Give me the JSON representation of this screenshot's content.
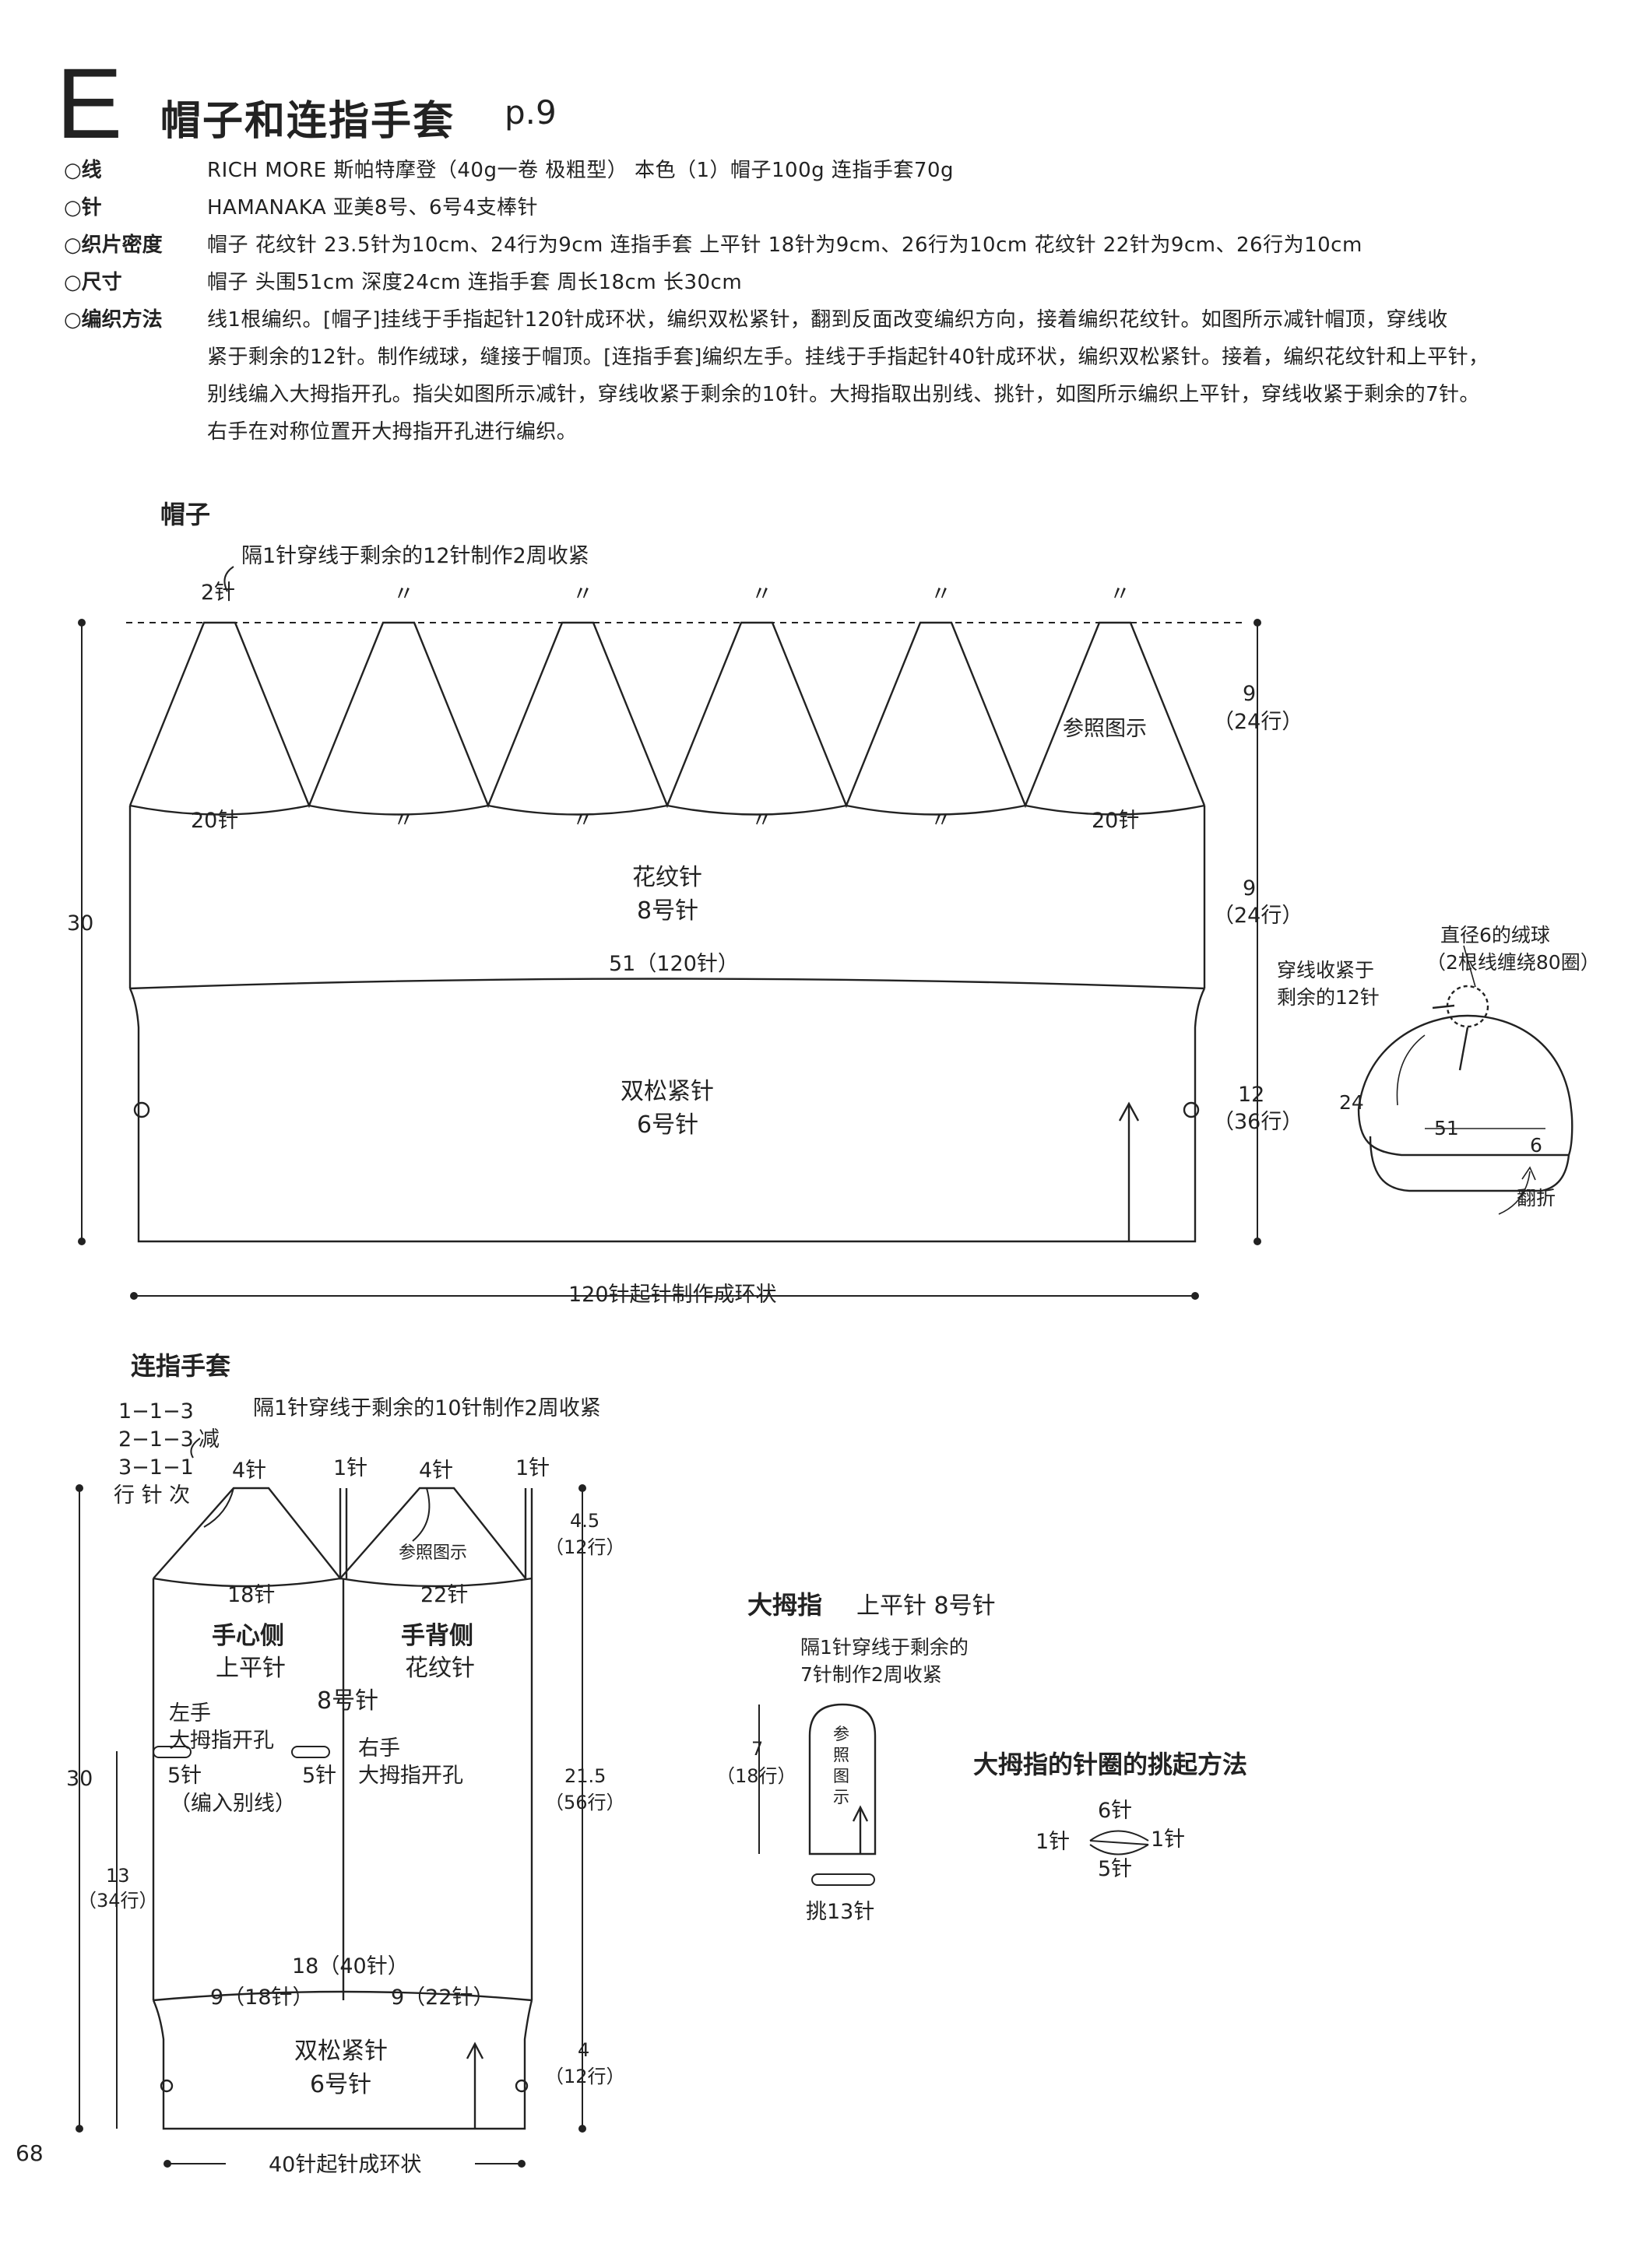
{
  "header": {
    "letter": "E",
    "title": "帽子和连指手套",
    "page_ref": "p.9"
  },
  "specs": [
    {
      "label": "○线",
      "value": "RICH MORE 斯帕特摩登（40g一卷  极粗型）  本色（1）帽子100g  连指手套70g"
    },
    {
      "label": "○针",
      "value": "HAMANAKA 亚美8号、6号4支棒针"
    },
    {
      "label": "○织片密度",
      "value": "帽子  花纹针  23.5针为10cm、24行为9cm  连指手套  上平针  18针为9cm、26行为10cm  花纹针  22针为9cm、26行为10cm"
    },
    {
      "label": "○尺寸",
      "value": "帽子  头围51cm  深度24cm  连指手套  周长18cm  长30cm"
    },
    {
      "label": "○编织方法",
      "value": ""
    }
  ],
  "method_lines": [
    "线1根编织。[帽子]挂线于手指起针120针成环状，编织双松紧针，翻到反面改变编织方向，接着编织花纹针。如图所示减针帽顶，穿线收",
    "紧于剩余的12针。制作绒球，缝接于帽顶。[连指手套]编织左手。挂线于手指起针40针成环状，编织双松紧针。接着，编织花纹针和上平针，",
    "别线编入大拇指开孔。指尖如图所示减针，穿线收紧于剩余的10针。大拇指取出别线、挑针，如图所示编织上平针，穿线收紧于剩余的7针。",
    "右手在对称位置开大拇指开孔进行编织。"
  ],
  "hat": {
    "section_title": "帽子",
    "top_note": "隔1针穿线于剩余的12针制作2周收紧",
    "top_stitch": "2针",
    "ditto": "〃",
    "ref_note": "参照图示",
    "edge_stitches": "20针",
    "pattern_label": "花纹针",
    "pattern_needle": "8号针",
    "width_label": "51（120针）",
    "rib_label": "双松紧针",
    "rib_needle": "6号针",
    "cast_on": "120针起针制作成环状",
    "total_height": "30",
    "dim_top": "9",
    "dim_top_rows": "（24行）",
    "dim_mid": "9",
    "dim_mid_rows": "（24行）",
    "dim_rib": "12",
    "dim_rib_rows": "（36行）",
    "illus_pompom": "直径6的绒球",
    "illus_pompom_note": "（2根线缠绕80圈）",
    "illus_gather_1": "穿线收紧于",
    "illus_gather_2": "剩余的12针",
    "illus_depth": "24",
    "illus_circ": "51",
    "illus_fold_height": "6",
    "illus_fold": "翻折"
  },
  "mitten": {
    "section_title": "连指手套",
    "dec_rows": [
      "1−1−3",
      "2−1−3",
      "3−1−1"
    ],
    "dec_label": "减",
    "dec_caption": "行 针 次",
    "top_note": "隔1针穿线于剩余的10针制作2周收紧",
    "stitch_4": "4针",
    "stitch_1": "1针",
    "ref_note": "参照图示",
    "palm_stitches": "18针",
    "back_stitches": "22针",
    "palm_title": "手心侧",
    "palm_pattern": "上平针",
    "back_title": "手背侧",
    "back_pattern": "花纹针",
    "needle_8": "8号针",
    "left_hand": "左手",
    "left_hole": "大拇指开孔",
    "right_hand": "右手",
    "right_hole": "大拇指开孔",
    "hole_left_st": "5针",
    "hole_left_note": "（编入别线）",
    "hole_right_st": "5针",
    "total_height": "30",
    "thumb_pos": "13",
    "thumb_pos_rows": "（34行）",
    "tip_h": "4.5",
    "tip_rows": "（12行）",
    "body_h": "21.5",
    "body_rows": "（56行）",
    "rib_h": "4",
    "rib_rows": "（12行）",
    "circ": "18（40针）",
    "half_left": "9（18针）",
    "half_right": "9（22针）",
    "rib_label": "双松紧针",
    "rib_needle": "6号针",
    "cast_on": "40针起针成环状"
  },
  "thumb": {
    "title": "大拇指",
    "pattern": "上平针  8号针",
    "note_1": "隔1针穿线于剩余的",
    "note_2": "7针制作2周收紧",
    "ref": [
      "参",
      "照",
      "图",
      "示"
    ],
    "height": "7",
    "rows": "（18行）",
    "pickup": "挑13针"
  },
  "pickup_method": {
    "title": "大拇指的针圈的挑起方法",
    "top": "6针",
    "left": "1针",
    "right": "1针",
    "bottom": "5针"
  },
  "page_number": "68"
}
